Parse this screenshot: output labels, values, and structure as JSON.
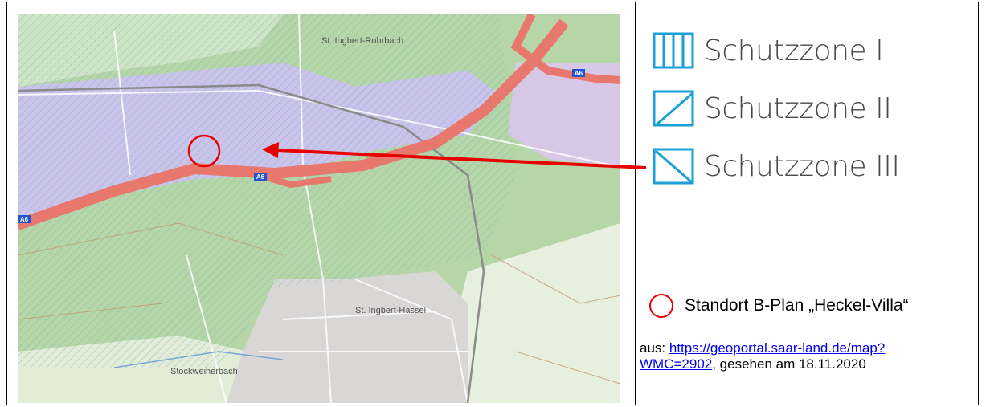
{
  "map": {
    "place_labels": {
      "rohrbach": "St. Ingbert-Rohrbach",
      "hassel": "St. Ingbert-Hassel",
      "stream": "Stockweiherbach"
    },
    "road_labels": {
      "a6_east": "A6",
      "a6_center": "A6",
      "a6_west": "A6"
    },
    "colors": {
      "forest": "#a9cfa0",
      "meadow": "#e7efdf",
      "zone_purple": "#cbc3ea",
      "motorway": "#e8786e",
      "urban": "#d9d6d6",
      "hatch": "#4aa8c0",
      "marker": "#e60000"
    }
  },
  "legend": {
    "zone1": {
      "label": "Schutzzone I",
      "icon": "vertical-hatch-icon"
    },
    "zone2": {
      "label": "Schutzzone II",
      "icon": "diagonal-hatch-icon"
    },
    "zone3": {
      "label": "Schutzzone III",
      "icon": "back-diagonal-hatch-icon"
    },
    "site": {
      "label": "Standort B-Plan „Heckel-Villa“",
      "icon": "red-circle-icon"
    }
  },
  "source": {
    "prefix": "aus: ",
    "link": "https://geoportal.saar-land.de/map?WMC=2902",
    "suffix": ", gesehen am 18.11.2020"
  }
}
